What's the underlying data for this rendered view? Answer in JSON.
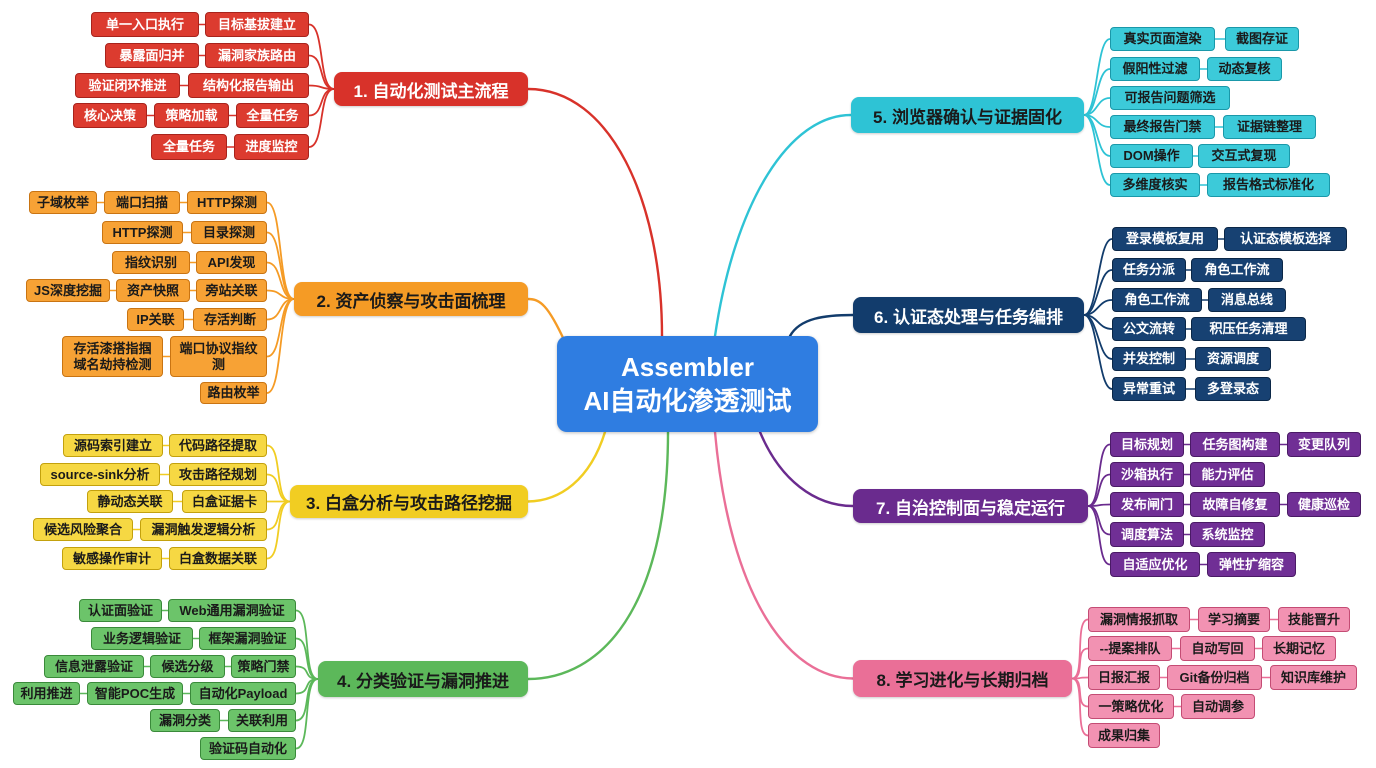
{
  "center": {
    "title": "Assembler",
    "subtitle": "AI自动化渗透测试",
    "color": "#2f7de1"
  },
  "branches": [
    {
      "label": "1. 自动化测试主流程",
      "color": "#d8322a",
      "leaf_color": "#dc3b2f",
      "border_color": "#a8231c",
      "text_color": "#ffffff",
      "rows": [
        [
          "单一入口执行",
          "目标基拔建立"
        ],
        [
          "暴露面归并",
          "漏洞家族路由"
        ],
        [
          "验证闭环推进",
          "结构化报告输出"
        ],
        [
          "核心决策",
          "策略加载",
          "全量任务"
        ],
        [
          "全量任务",
          "进度监控"
        ]
      ]
    },
    {
      "label": "2. 资产侦察与攻击面梳理",
      "color": "#f59b25",
      "leaf_color": "#f7a235",
      "border_color": "#c97412",
      "text_color": "#1a1a1a",
      "rows": [
        [
          "子域枚举",
          "端口扫描",
          "HTTP探测"
        ],
        [
          "HTTP探测",
          "目录探测"
        ],
        [
          "指纹识别",
          "API发现"
        ],
        [
          "JS深度挖掘",
          "资产快照",
          "旁站关联"
        ],
        [
          "IP关联",
          "存活判断"
        ],
        [
          "存活漆搭指掴\n域名劫持检测",
          "端口协议指纹\n测"
        ],
        [
          "路由枚举"
        ]
      ]
    },
    {
      "label": "3. 白盒分析与攻击路径挖掘",
      "color": "#f1cd22",
      "leaf_color": "#f6d843",
      "border_color": "#c3a10d",
      "text_color": "#1a1a1a",
      "rows": [
        [
          "源码索引建立",
          "代码路径提取"
        ],
        [
          "source-sink分析",
          "攻击路径规划"
        ],
        [
          "静动态关联",
          "白盒证据卡"
        ],
        [
          "候选风险聚合",
          "漏洞触发逻辑分析"
        ],
        [
          "敏感操作审计",
          "白盒数据关联"
        ]
      ]
    },
    {
      "label": "4. 分类验证与漏洞推进",
      "color": "#5cb85a",
      "leaf_color": "#6cc46a",
      "border_color": "#3a8a3a",
      "text_color": "#1a1a1a",
      "rows": [
        [
          "认证面验证",
          "Web通用漏洞验证"
        ],
        [
          "业务逻辑验证",
          "框架漏洞验证"
        ],
        [
          "信息泄露验证",
          "候选分级",
          "策略门禁"
        ],
        [
          "利用推进",
          "智能POC生成",
          "自动化Payload"
        ],
        [
          "漏洞分类",
          "关联利用"
        ],
        [
          "验证码自动化"
        ]
      ]
    },
    {
      "label": "5. 浏览器确认与证据固化",
      "color": "#2ec3d5",
      "leaf_color": "#3ccad9",
      "border_color": "#1a98a9",
      "text_color": "#1a1a1a",
      "rows": [
        [
          "真实页面渲染",
          "截图存证"
        ],
        [
          "假阳性过滤",
          "动态复核"
        ],
        [
          "可报告问题筛选"
        ],
        [
          "最终报告门禁",
          "证据链整理"
        ],
        [
          "DOM操作",
          "交互式复现"
        ],
        [
          "多维度核实",
          "报告格式标准化"
        ]
      ]
    },
    {
      "label": "6. 认证态处理与任务编排",
      "color": "#123c6c",
      "leaf_color": "#174172",
      "border_color": "#0b2747",
      "text_color": "#ffffff",
      "rows": [
        [
          "登录模板复用",
          "认证态模板选择"
        ],
        [
          "任务分派",
          "角色工作流"
        ],
        [
          "角色工作流",
          "消息总线"
        ],
        [
          "公文流转",
          "积压任务清理"
        ],
        [
          "并发控制",
          "资源调度"
        ],
        [
          "异常重试",
          "多登录态"
        ]
      ]
    },
    {
      "label": "7. 自治控制面与稳定运行",
      "color": "#6a2b8e",
      "leaf_color": "#702f95",
      "border_color": "#4a1a66",
      "text_color": "#ffffff",
      "rows": [
        [
          "目标规划",
          "任务图构建",
          "变更队列"
        ],
        [
          "沙箱执行",
          "能力评估"
        ],
        [
          "发布闸门",
          "故障自修复",
          "健康巡检"
        ],
        [
          "调度算法",
          "系统监控"
        ],
        [
          "自适应优化",
          "弹性扩缩容"
        ]
      ]
    },
    {
      "label": "8. 学习进化与长期归档",
      "color": "#ea6f97",
      "leaf_color": "#f292b2",
      "border_color": "#c44c74",
      "text_color": "#1a1a1a",
      "rows": [
        [
          "漏洞情报抓取",
          "学习摘要",
          "技能晋升"
        ],
        [
          "--提案排队",
          "自动写回",
          "长期记忆"
        ],
        [
          "日报汇报",
          "Git备份归档",
          "知识库维护"
        ],
        [
          "一策略优化",
          "自动调参"
        ],
        [
          "成果归集"
        ]
      ]
    }
  ]
}
